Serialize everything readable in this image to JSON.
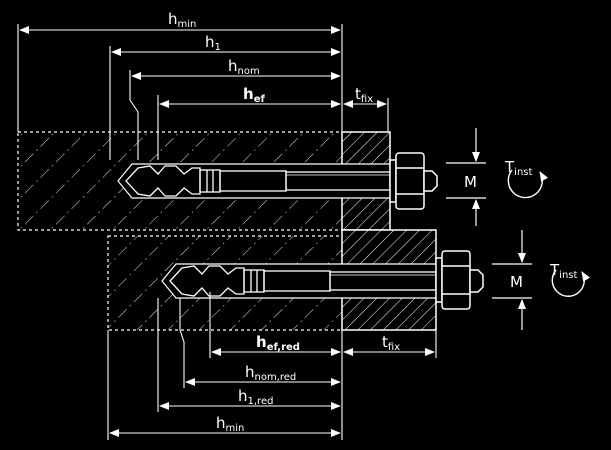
{
  "dimensions": {
    "top": {
      "h_min": {
        "main": "h",
        "sub": "min"
      },
      "h_1": {
        "main": "h",
        "sub": "1"
      },
      "h_nom": {
        "main": "h",
        "sub": "nom"
      },
      "h_ef": {
        "main": "h",
        "sub": "ef"
      },
      "t_fix": {
        "main": "t",
        "sub": "fix"
      }
    },
    "bottom": {
      "h_ef_red": {
        "main": "h",
        "sub": "ef,red"
      },
      "t_fix": {
        "main": "t",
        "sub": "fix"
      },
      "h_nom_red": {
        "main": "h",
        "sub": "nom,red"
      },
      "h_1_red": {
        "main": "h",
        "sub": "1,red"
      },
      "h_min": {
        "main": "h",
        "sub": "min"
      }
    }
  },
  "symbols": {
    "top": {
      "m": "M",
      "torque": {
        "main": "T",
        "sub": "inst"
      }
    },
    "bottom": {
      "m": "M",
      "torque": {
        "main": "T",
        "sub": "inst"
      }
    }
  },
  "colors": {
    "background": "#000000",
    "line": "#ffffff"
  }
}
